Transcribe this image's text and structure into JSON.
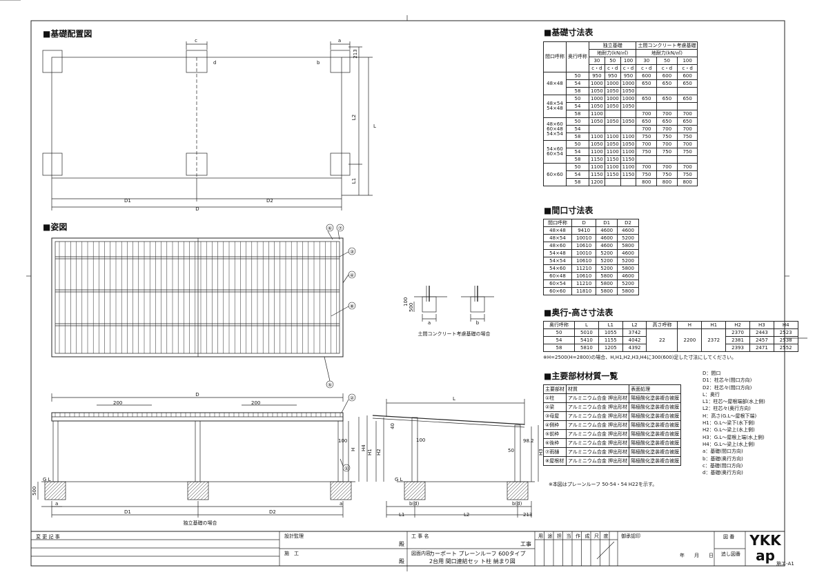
{
  "sections": {
    "foundation_layout": "■基礎配置図",
    "view": "■姿図",
    "foundation_dims": "■基礎寸法表",
    "width_dims": "■間口寸法表",
    "depth_height_dims": "■奥行-高さ寸法表",
    "materials": "■主要部材材質一覧"
  },
  "plan_labels": {
    "c": "c",
    "d": "d",
    "a": "a",
    "b": "b",
    "d213": "213",
    "L": "L",
    "L1": "L1",
    "L2": "L2",
    "D": "D",
    "D1": "D1",
    "D2": "D2"
  },
  "view_callouts": [
    "①",
    "②",
    "③",
    "④",
    "⑤",
    "⑥",
    "⑦",
    "⑧"
  ],
  "detail": {
    "h100": "100",
    "h500": "500",
    "a": "a",
    "b": "b",
    "caption": "土間コンクリート考慮基礎の場合"
  },
  "elevation": {
    "D": "D",
    "s200a": "200",
    "s200b": "200",
    "h100": "100",
    "H": "H",
    "H4": "H4",
    "GL": "G L",
    "h500": "500",
    "a_left": "a",
    "a_right": "a",
    "D1": "D1",
    "D2": "D2",
    "caption": "独立基礎の場合"
  },
  "side": {
    "L": "L",
    "d40": "40",
    "H1": "H1",
    "H2": "H2",
    "H3": "H3",
    "h100": "100",
    "d98": "98.2",
    "d50": "50",
    "GL": "G L",
    "bd_left": "b(d)",
    "bd_right": "b(d)",
    "L1": "L1",
    "L2": "L2",
    "d213": "213"
  },
  "foundation_table": {
    "h_width": "間口呼称",
    "h_depth": "奥行呼称",
    "h_indep": "独立基礎",
    "h_slab": "土間コンクリート考慮基礎",
    "h_bearing": "地耐力(kN/㎡)",
    "kn": [
      "30",
      "50",
      "100",
      "30",
      "50",
      "100"
    ],
    "cd": "c・d",
    "groups": [
      {
        "w": [
          "48×48"
        ],
        "rows": [
          [
            "50",
            "950",
            "950",
            "950",
            "600",
            "600",
            "600"
          ],
          [
            "54",
            "1000",
            "1000",
            "1000",
            "650",
            "650",
            "650"
          ],
          [
            "58",
            "1050",
            "1050",
            "1050",
            "",
            "",
            ""
          ]
        ]
      },
      {
        "w": [
          "48×54",
          "54×48"
        ],
        "rows": [
          [
            "50",
            "1000",
            "1000",
            "1000",
            "650",
            "650",
            "650"
          ],
          [
            "54",
            "1050",
            "1050",
            "1050",
            "",
            "",
            ""
          ],
          [
            "58",
            "1100",
            "",
            "",
            "700",
            "700",
            "700"
          ]
        ]
      },
      {
        "w": [
          "48×60",
          "60×48",
          "54×54"
        ],
        "rows": [
          [
            "50",
            "1050",
            "1050",
            "1050",
            "650",
            "650",
            "650"
          ],
          [
            "54",
            "",
            "",
            "",
            "700",
            "700",
            "700"
          ],
          [
            "58",
            "1100",
            "1100",
            "1100",
            "750",
            "750",
            "750"
          ]
        ]
      },
      {
        "w": [
          "54×60",
          "60×54"
        ],
        "rows": [
          [
            "50",
            "1050",
            "1050",
            "1050",
            "700",
            "700",
            "700"
          ],
          [
            "54",
            "1100",
            "1100",
            "1100",
            "750",
            "750",
            "750"
          ],
          [
            "58",
            "1150",
            "1150",
            "1150",
            "",
            "",
            ""
          ]
        ]
      },
      {
        "w": [
          "60×60"
        ],
        "rows": [
          [
            "50",
            "1100",
            "1100",
            "1100",
            "700",
            "700",
            "700"
          ],
          [
            "54",
            "1150",
            "1150",
            "1150",
            "750",
            "750",
            "750"
          ],
          [
            "58",
            "1200",
            "",
            "",
            "800",
            "800",
            "800"
          ]
        ]
      }
    ]
  },
  "width_table": {
    "headers": [
      "間口呼称",
      "D",
      "D1",
      "D2"
    ],
    "rows": [
      [
        "48×48",
        "9410",
        "4600",
        "4600"
      ],
      [
        "48×54",
        "10010",
        "4600",
        "5200"
      ],
      [
        "48×60",
        "10610",
        "4600",
        "5800"
      ],
      [
        "54×48",
        "10010",
        "5200",
        "4600"
      ],
      [
        "54×54",
        "10610",
        "5200",
        "5200"
      ],
      [
        "54×60",
        "11210",
        "5200",
        "5800"
      ],
      [
        "60×48",
        "10610",
        "5800",
        "4600"
      ],
      [
        "60×54",
        "11210",
        "5800",
        "5200"
      ],
      [
        "60×60",
        "11810",
        "5800",
        "5800"
      ]
    ]
  },
  "depth_table": {
    "headers": [
      "奥行呼称",
      "L",
      "L1",
      "L2",
      "高さ呼称",
      "H",
      "H1",
      "H2",
      "H3",
      "H4"
    ],
    "rows": [
      [
        "50",
        "5010",
        "1055",
        "3742",
        "2370",
        "2443",
        "2523"
      ],
      [
        "54",
        "5410",
        "1155",
        "4042",
        "2381",
        "2457",
        "2538"
      ],
      [
        "58",
        "5810",
        "1205",
        "4392",
        "2393",
        "2471",
        "2552"
      ]
    ],
    "merged": {
      "height": "22",
      "H": "2200",
      "H1": "2372"
    },
    "note": "※H=2500(H=2800)の場合、H,H1,H2,H3,H4に300(600)足した寸法にしてください。"
  },
  "materials_table": {
    "headers": [
      "主要部材",
      "材質",
      "表面処理"
    ],
    "rows": [
      [
        "①柱",
        "アルミニウム合金 押出形材",
        "陽極酸化塗装複合被膜"
      ],
      [
        "②梁",
        "アルミニウム合金 押出形材",
        "陽極酸化塗装複合被膜"
      ],
      [
        "③母屋",
        "アルミニウム合金 押出形材",
        "陽極酸化塗装複合被膜"
      ],
      [
        "④側枠",
        "アルミニウム合金 押出形材",
        "陽極酸化塗装複合被膜"
      ],
      [
        "⑤前枠",
        "アルミニウム合金 押出形材",
        "陽極酸化塗装複合被膜"
      ],
      [
        "⑥後枠",
        "アルミニウム合金 押出形材",
        "陽極酸化塗装複合被膜"
      ],
      [
        "⑦雨樋",
        "アルミニウム合金 押出形材",
        "陽極酸化塗装複合被膜"
      ],
      [
        "⑧屋根材",
        "アルミニウム合金 押出形材",
        "陽極酸化塗装複合被膜"
      ]
    ],
    "note": "※本図はプレーンルーフ 50-54・54 H22を示す。"
  },
  "legend": [
    "D：間口",
    "D1：柱芯々(間口方向)",
    "D2：柱芯々(間口方向)",
    "L：奥行",
    "L1：柱芯～屋根端部(水上側)",
    "L2：柱芯々(奥行方向)",
    "H：高さ(G.L～屋根下端)",
    "H1：G.L～梁下(水下側)",
    "H2：G.L～梁上(水上側)",
    "H3：G.L～屋根上端(水上側)",
    "H4：G.L～梁上(水上側)",
    "a：基礎(間口方向)",
    "b：基礎(奥行方向)",
    "c：基礎(間口方向)",
    "d：基礎(奥行方向)"
  ],
  "title_block": {
    "revision": "変 更 記 事",
    "supervisor": "設計監理",
    "builder": "施　工",
    "dono1": "殿",
    "dono2": "殿",
    "project_label": "工 事 名",
    "project_value": "工事",
    "drawing_label": "図面内容",
    "drawing_line1": "カーポート プレーンルーフ 600タイプ",
    "drawing_line2": "2台用 間口連結セッ ト柱 納まり図",
    "cols": [
      "用",
      "途",
      "担",
      "当",
      "作",
      "成",
      "尺",
      "度"
    ],
    "approval": "御承認印",
    "ym": "年　　月　　日",
    "drawing_no": "図 番",
    "drawing_no2": "追し図番",
    "logo": "YKK ap",
    "sheet_code": "施エ-A1"
  }
}
